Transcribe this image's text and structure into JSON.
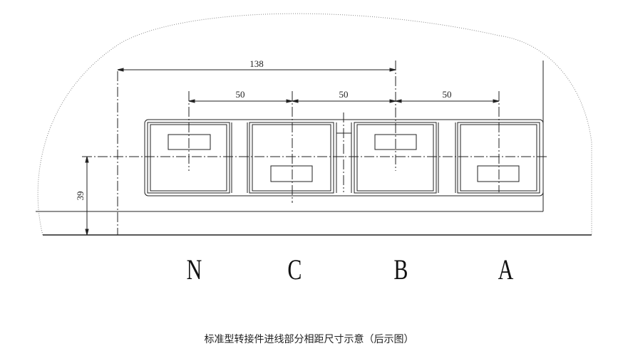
{
  "dimensions": {
    "overall": "138",
    "pitch_1": "50",
    "pitch_2": "50",
    "pitch_3": "50",
    "height": "39"
  },
  "phases": [
    "N",
    "C",
    "B",
    "A"
  ],
  "caption": "标准型转接件进线部分相距尺寸示意（后示图）"
}
